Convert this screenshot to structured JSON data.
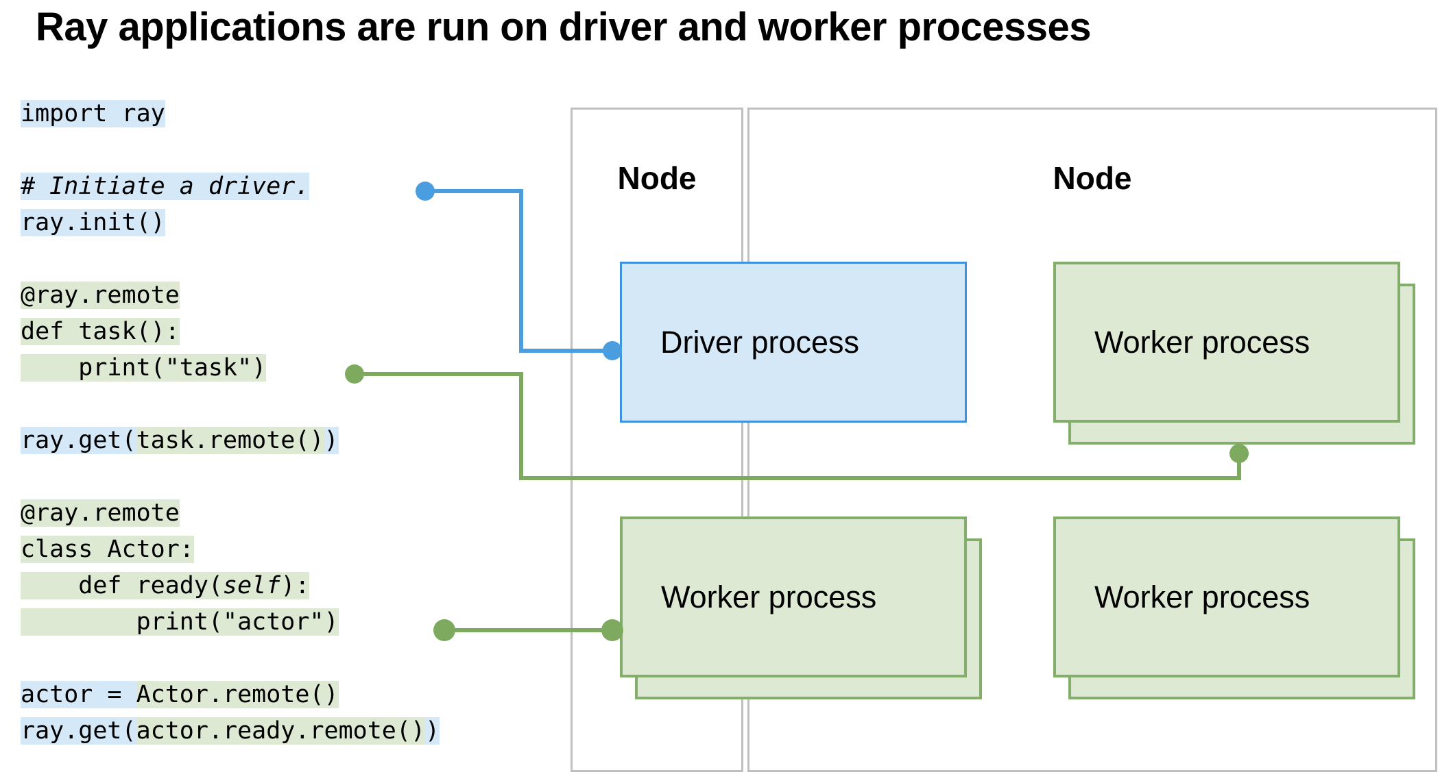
{
  "title": "Ray applications are run on driver and worker processes",
  "colors": {
    "highlight_blue": "#d4e8f8",
    "highlight_green": "#dde9d3",
    "driver_border": "#3d91dd",
    "worker_border": "#83ad6a",
    "panel_border": "#bfbfbf",
    "connector_blue": "#4a9ee0",
    "connector_green": "#7daa5e"
  },
  "code": {
    "lines": [
      {
        "id": "import",
        "segments": [
          {
            "text": "import ray",
            "hl": "blue"
          }
        ]
      },
      {
        "id": "blank1",
        "segments": []
      },
      {
        "id": "comment",
        "segments": [
          {
            "text": "# ",
            "hl": "blue"
          },
          {
            "text": "Initiate a driver.",
            "hl": "blue",
            "italic": true
          }
        ]
      },
      {
        "id": "ray-init",
        "segments": [
          {
            "text": "ray.init()",
            "hl": "blue"
          }
        ]
      },
      {
        "id": "blank2",
        "segments": []
      },
      {
        "id": "task-deco",
        "segments": [
          {
            "text": "@ray.remote",
            "hl": "green"
          }
        ]
      },
      {
        "id": "task-def",
        "segments": [
          {
            "text": "def task():",
            "hl": "green"
          }
        ]
      },
      {
        "id": "task-print",
        "segments": [
          {
            "text": "    print(\"task\")",
            "hl": "green"
          }
        ]
      },
      {
        "id": "blank3",
        "segments": []
      },
      {
        "id": "ray-get-task",
        "segments": [
          {
            "text": "ray.get(",
            "hl": "blue"
          },
          {
            "text": "task.remote()",
            "hl": "green"
          },
          {
            "text": ")",
            "hl": "blue"
          }
        ]
      },
      {
        "id": "blank4",
        "segments": []
      },
      {
        "id": "actor-deco",
        "segments": [
          {
            "text": "@ray.remote",
            "hl": "green"
          }
        ]
      },
      {
        "id": "actor-class",
        "segments": [
          {
            "text": "class Actor:",
            "hl": "green"
          }
        ]
      },
      {
        "id": "actor-def",
        "segments": [
          {
            "text": "    def ready(",
            "hl": "green"
          },
          {
            "text": "self",
            "hl": "green",
            "italic": true
          },
          {
            "text": "):",
            "hl": "green"
          }
        ]
      },
      {
        "id": "actor-print",
        "segments": [
          {
            "text": "        print(\"actor\")",
            "hl": "green"
          }
        ]
      },
      {
        "id": "blank5",
        "segments": []
      },
      {
        "id": "actor-new",
        "segments": [
          {
            "text": "actor = ",
            "hl": "blue"
          },
          {
            "text": "Actor.remote()",
            "hl": "green"
          }
        ]
      },
      {
        "id": "ray-get-actor",
        "segments": [
          {
            "text": "ray.get(",
            "hl": "blue"
          },
          {
            "text": "actor.ready.remote()",
            "hl": "green"
          },
          {
            "text": ")",
            "hl": "blue"
          }
        ]
      }
    ]
  },
  "nodes": [
    {
      "id": "node-left",
      "label": "Node"
    },
    {
      "id": "node-right",
      "label": "Node"
    }
  ],
  "processes": {
    "driver_label": "Driver process",
    "worker_label": "Worker process",
    "boxes": [
      {
        "id": "driver-process",
        "type": "driver",
        "label": "Driver process",
        "node": "node-left"
      },
      {
        "id": "worker-top-right",
        "type": "worker",
        "label": "Worker process",
        "node": "node-right"
      },
      {
        "id": "worker-bottom-left",
        "type": "worker",
        "label": "Worker process",
        "node": "node-left"
      },
      {
        "id": "worker-bottom-right",
        "type": "worker",
        "label": "Worker process",
        "node": "node-right"
      }
    ]
  },
  "connectors": [
    {
      "id": "connector-driver",
      "color": "#4a9ee0",
      "from": "comment-line",
      "to": "driver-process"
    },
    {
      "id": "connector-task",
      "color": "#7daa5e",
      "from": "task-print-line",
      "to": "worker-top-right"
    },
    {
      "id": "connector-actor",
      "color": "#7daa5e",
      "from": "actor-print-line",
      "to": "worker-bottom-left"
    }
  ]
}
